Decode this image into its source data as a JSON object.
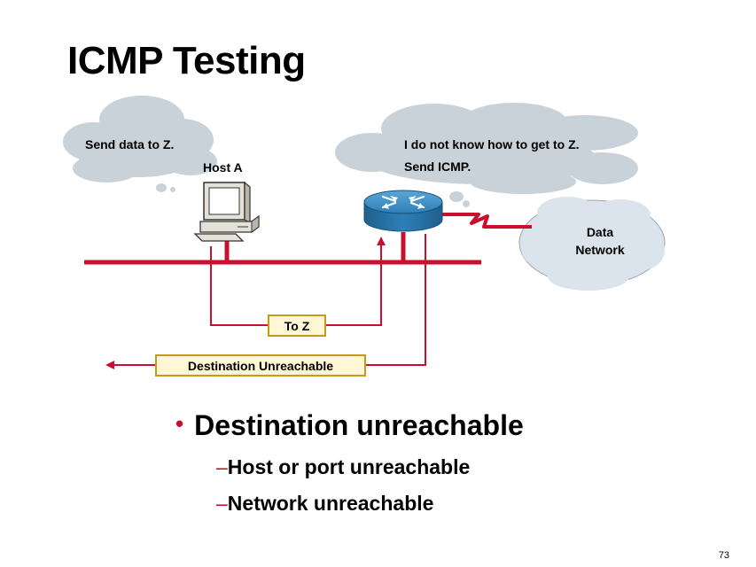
{
  "title": "ICMP Testing",
  "diagram": {
    "host_label": "Host A",
    "host_thought": "Send data to Z.",
    "router_thought_line1": "I do not know how to get to Z.",
    "router_thought_line2": "Send ICMP.",
    "cloud_line1": "Data",
    "cloud_line2": "Network",
    "packet_label": "To Z",
    "reply_label": "Destination Unreachable"
  },
  "bullets": {
    "main": "Destination unreachable",
    "bullet_char": "•",
    "dash_char": "–",
    "subs": [
      "Host or port unreachable",
      "Network unreachable"
    ]
  },
  "page_number": "73",
  "colors": {
    "network_line": "#c8102e",
    "thought_cloud": "#c9d1d9",
    "data_cloud": "#dbe4ec",
    "label_box_fill": "#fff7d6",
    "label_box_border": "#c49b16",
    "router_blue": "#2e7fb8"
  }
}
